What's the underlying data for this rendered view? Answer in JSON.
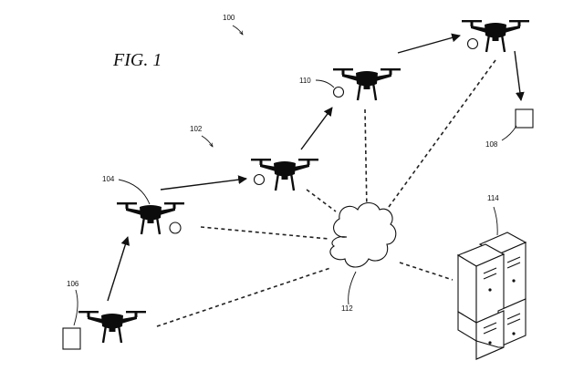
{
  "figure": {
    "title": "FIG. 1",
    "labels": {
      "system": "100",
      "path": "102",
      "drone": "104",
      "origin": "106",
      "destination": "108",
      "item": "110",
      "network": "112",
      "servers": "114"
    }
  },
  "icons": {
    "drone": "quadcopter-drone-icon",
    "network": "cloud-icon",
    "servers": "server-rack-icon",
    "package": "package-icon",
    "node": "circle-node-icon"
  },
  "colors": {
    "ink": "#111111",
    "background": "#ffffff"
  }
}
